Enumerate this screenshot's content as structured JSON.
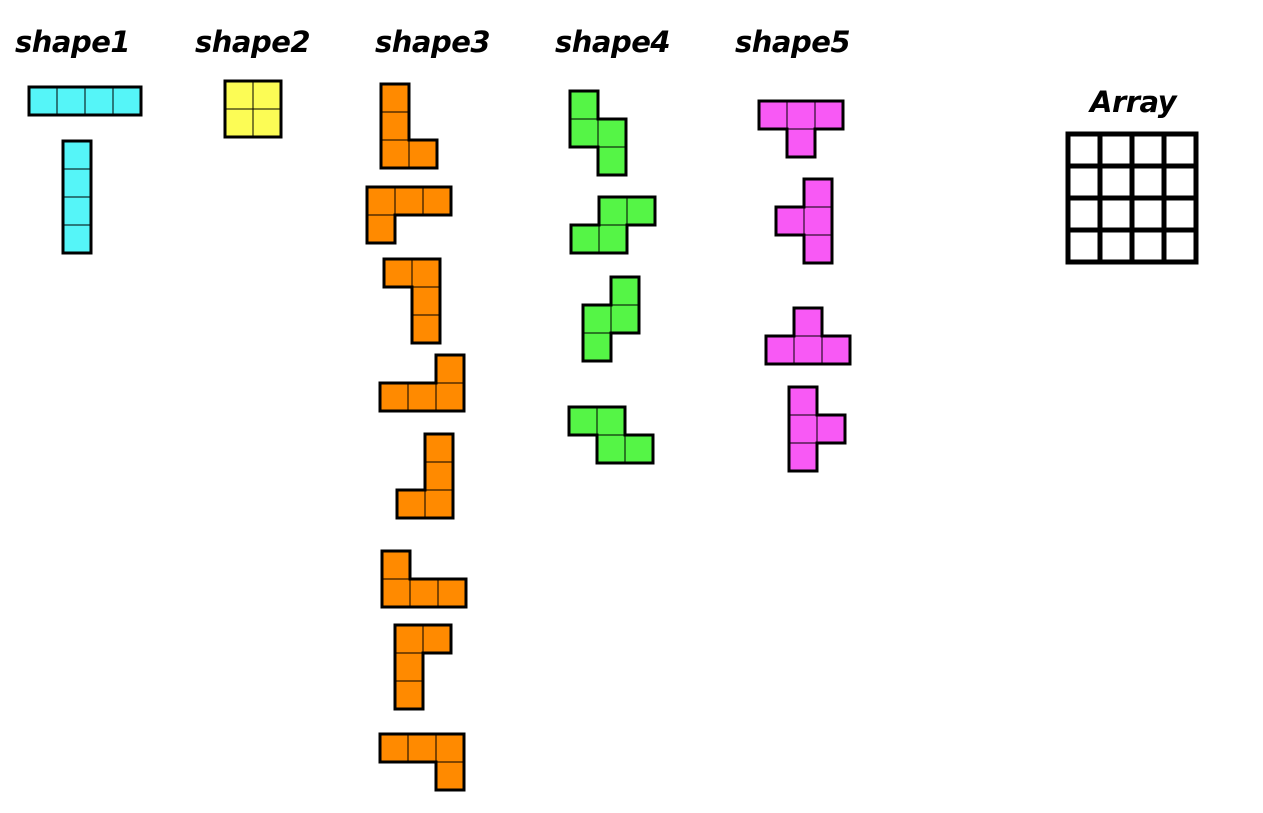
{
  "labels": {
    "shape1": "shape1",
    "shape2": "shape2",
    "shape3": "shape3",
    "shape4": "shape4",
    "shape5": "shape5",
    "array": "Array"
  },
  "colors": {
    "shape1": "#55f5f8",
    "shape2": "#fcfc55",
    "shape3": "#ff8a00",
    "shape4": "#55f546",
    "shape5": "#f859f5",
    "array": "#ffffff",
    "outline": "#000000"
  }
}
